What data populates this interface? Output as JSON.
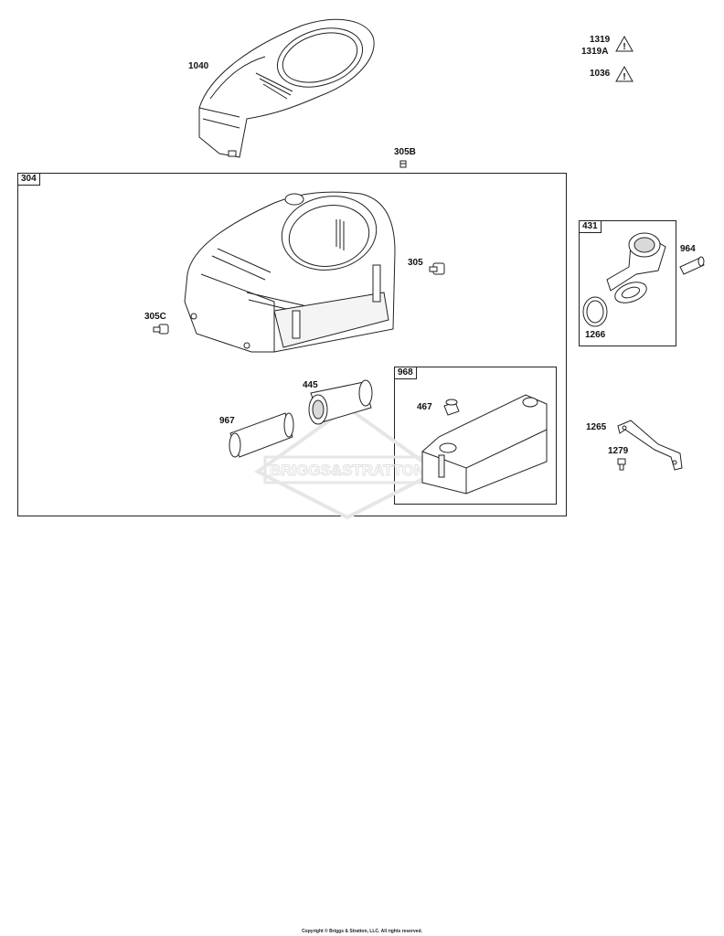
{
  "labels": {
    "p1040": "1040",
    "p1319": "1319",
    "p1319a": "1319A",
    "p1036": "1036",
    "p305b": "305B",
    "p305": "305",
    "p305c": "305C",
    "p445": "445",
    "p967": "967",
    "p467": "467",
    "p964": "964",
    "p1266": "1266",
    "p1265": "1265",
    "p1279": "1279"
  },
  "boxes": {
    "b304": "304",
    "b968": "968",
    "b431": "431"
  },
  "watermark": "BRIGGS&STRATTON",
  "footer": "Copyright © Briggs & Stratton, LLC. All rights reserved.",
  "colors": {
    "line": "#222222",
    "fill": "#ffffff",
    "shade": "#d9d9d9",
    "watermark": "#e6e6e6"
  }
}
